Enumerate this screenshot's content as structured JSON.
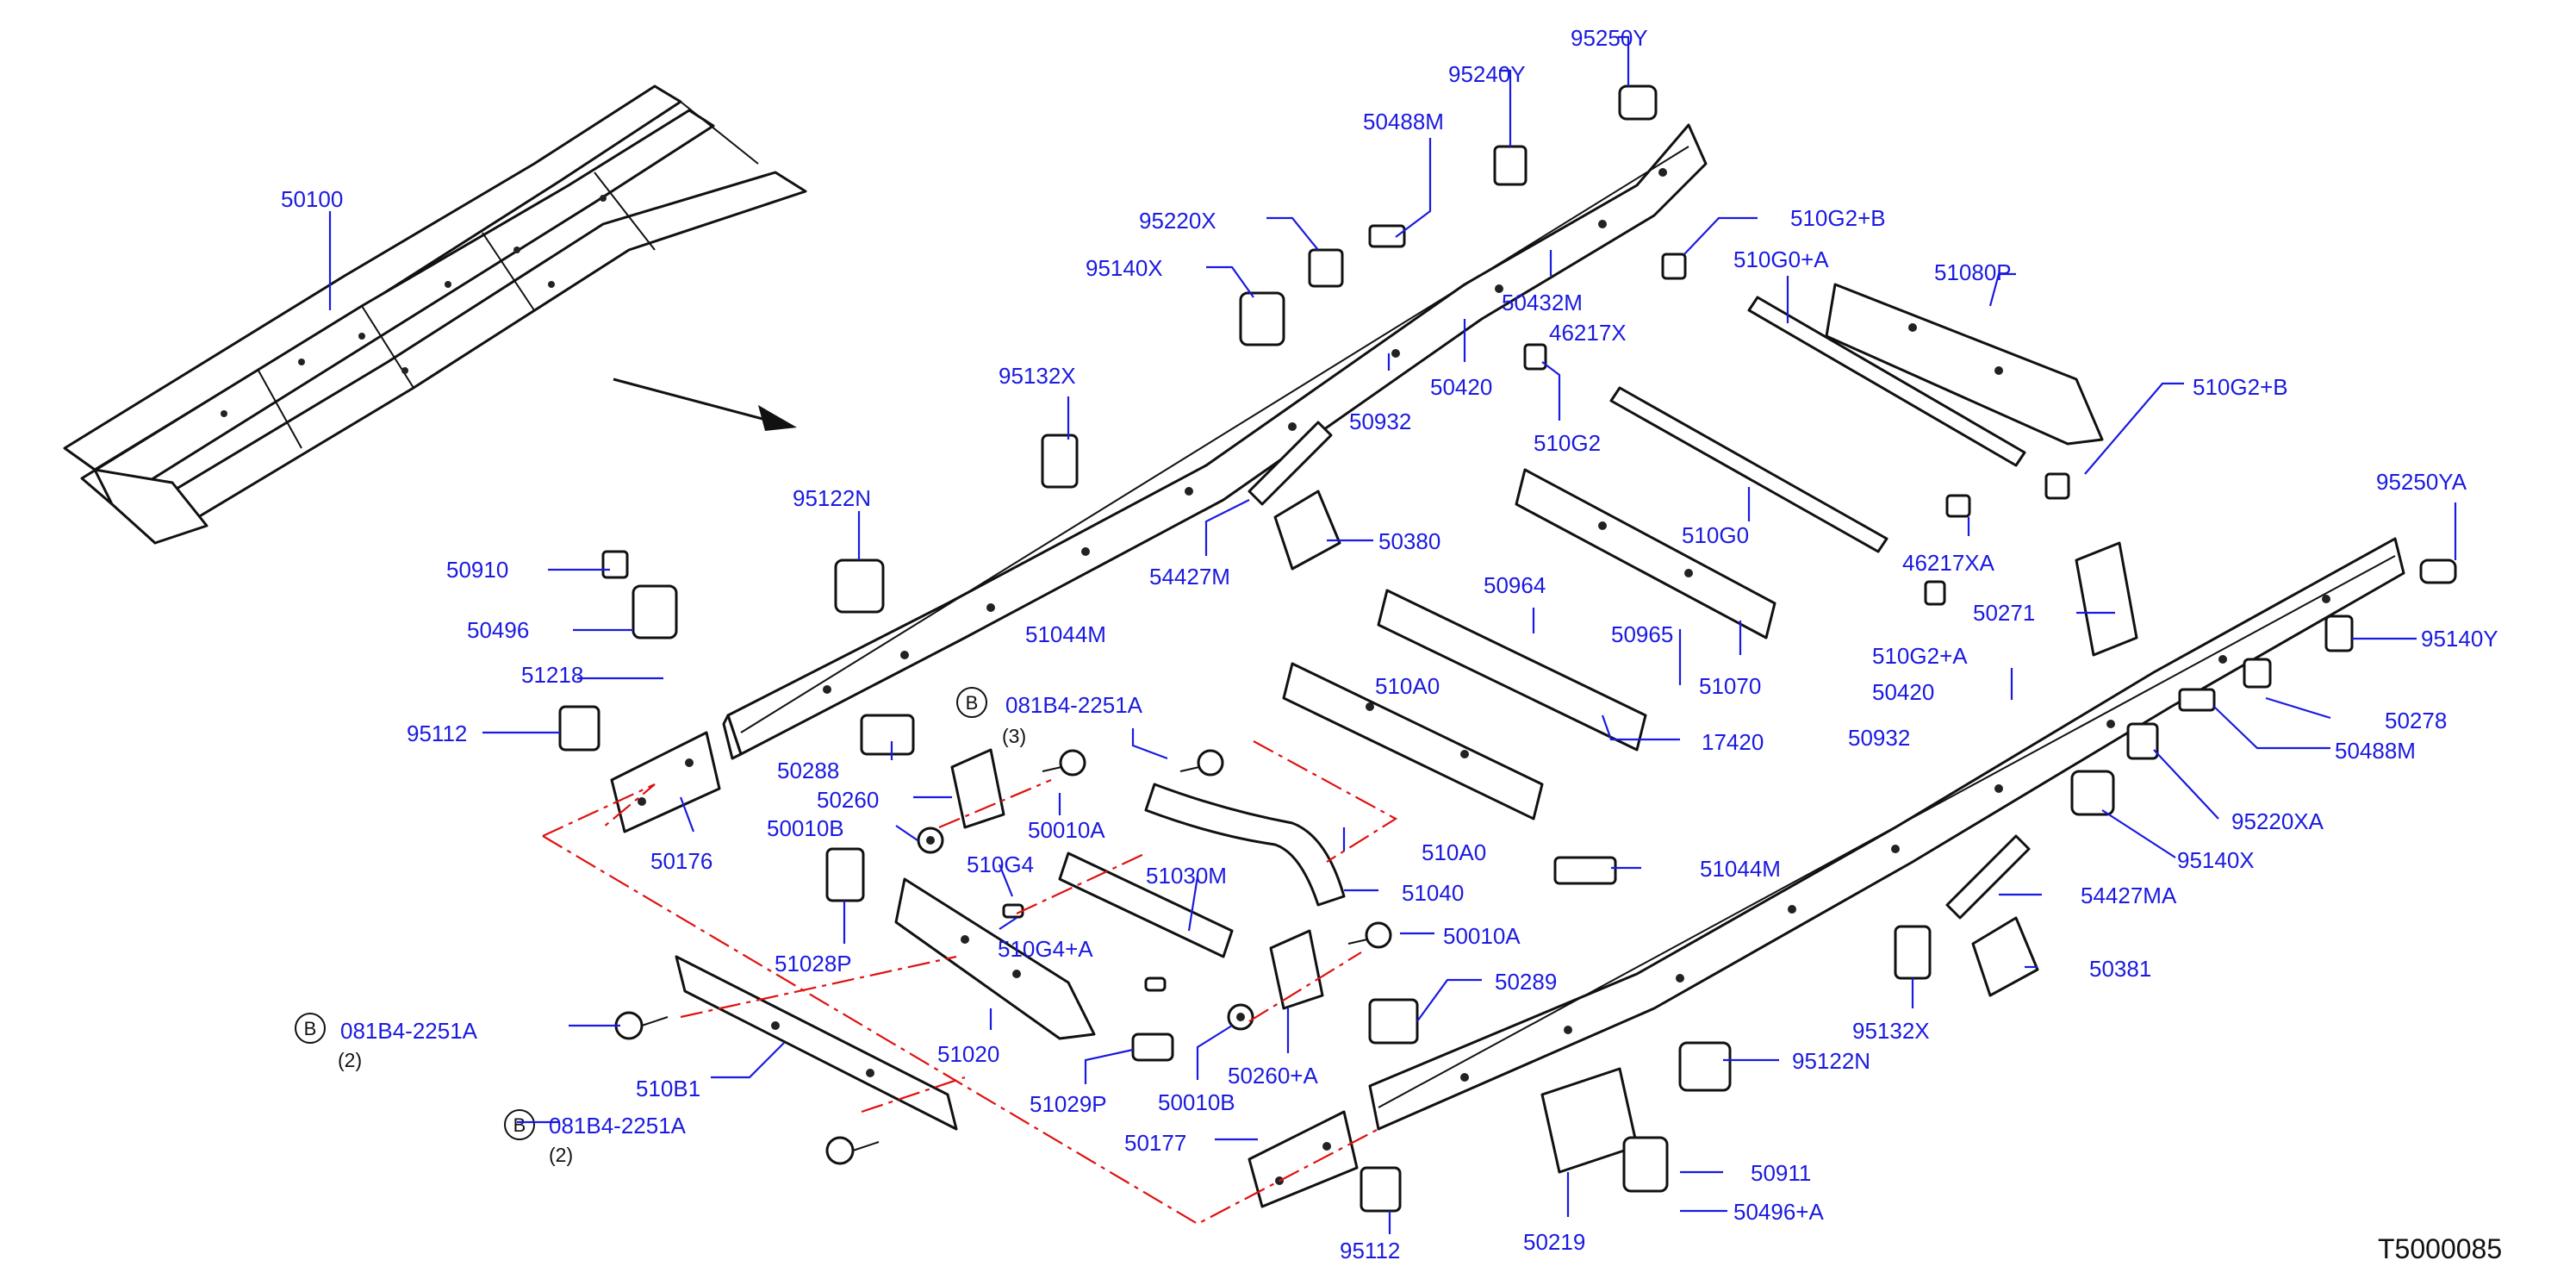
{
  "diagram_code": "T5000085",
  "labels": {
    "p50100": "50100",
    "p95250Y": "95250Y",
    "p95240Y": "95240Y",
    "p50488M": "50488M",
    "p95220X": "95220X",
    "p95140X": "95140X",
    "p510G2B_top": "510G2+B",
    "p510G0A": "510G0+A",
    "p51080P": "51080P",
    "p50432M": "50432M",
    "p46217X": "46217X",
    "p50420": "50420",
    "p50932_top": "50932",
    "p510G2": "510G2",
    "p510G2B_right": "510G2+B",
    "p95132X_top": "95132X",
    "p95122N_top": "95122N",
    "p510G0": "510G0",
    "p46217XA": "46217XA",
    "p95250YA": "95250YA",
    "p50380": "50380",
    "p54427M": "54427M",
    "p50910": "50910",
    "p50964": "50964",
    "p50271": "50271",
    "p50496": "50496",
    "p51044M_top": "51044M",
    "p50965": "50965",
    "p95140Y": "95140Y",
    "p51218": "51218",
    "p510A0_frag": "510A0",
    "p51070": "51070",
    "p510G2A_frag": "510G2+A",
    "p50420_frag": "50420",
    "p95112_left": "95112",
    "b_ref_top": "081B4-2251A",
    "b_qty_top": "(3)",
    "p17420": "17420",
    "p50932_right": "50932",
    "p50278": "50278",
    "p50288": "50288",
    "p50260": "50260",
    "p50010B_left": "50010B",
    "p50010A_top": "50010A",
    "p50488M_right": "50488M",
    "p95220XA": "95220XA",
    "p50176": "50176",
    "p510G4": "510G4",
    "p51030M": "51030M",
    "p510A0": "510A0",
    "p51044M_mid": "51044M",
    "p95140X_right": "95140X",
    "p51040": "51040",
    "p54427MA": "54427MA",
    "p51028P": "51028P",
    "p510G4A": "510G4+A",
    "p50010A_mid": "50010A",
    "p50381": "50381",
    "b_ref_mid": "081B4-2251A",
    "b_qty_mid": "(2)",
    "p50289": "50289",
    "p95132X_right": "95132X",
    "p51020": "51020",
    "p50260A": "50260+A",
    "p95122N_right": "95122N",
    "p510B1": "510B1",
    "p51029P": "51029P",
    "p50010B_mid": "50010B",
    "b_ref_low": "081B4-2251A",
    "b_qty_low": "(2)",
    "p50177": "50177",
    "p50911": "50911",
    "p50496A": "50496+A",
    "p95112_bottom": "95112",
    "p50219": "50219",
    "b_mark": "B"
  },
  "colors": {
    "label_blue": "#1a1ae0",
    "line_black": "#111111",
    "dash_red": "#e01010"
  }
}
